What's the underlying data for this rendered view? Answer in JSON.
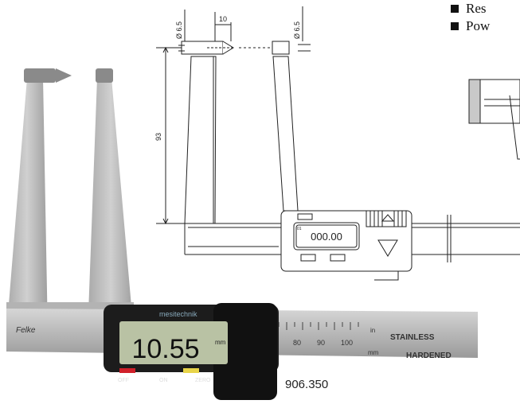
{
  "bullets": [
    {
      "text": "Res"
    },
    {
      "text": "Pow"
    }
  ],
  "drawing": {
    "dia_left": "Ø 6.5",
    "dia_right": "Ø 6.5",
    "dim_top": "10",
    "dim_height": "93",
    "display_value": "000.00",
    "display_small": "01"
  },
  "photo": {
    "brand": "mesitechnik",
    "lcd_reading": "10.55",
    "lcd_unit": "mm",
    "btn_off": "OFF",
    "btn_on": "ON",
    "btn_zero": "ZERO",
    "scale_labels": [
      "80",
      "90",
      "100"
    ],
    "scale_unit_in": "in",
    "scale_unit_mm": "mm",
    "stamp_line1": "STAINLESS",
    "stamp_line2": "HARDENED",
    "signature": "Felke"
  },
  "article_number": "906.350",
  "colors": {
    "steel": "#b8b8b8",
    "lcd": "#b9c2a4",
    "body": "#1c1c1c",
    "btn_red": "#d0202a",
    "btn_yellow": "#e8d44a"
  }
}
